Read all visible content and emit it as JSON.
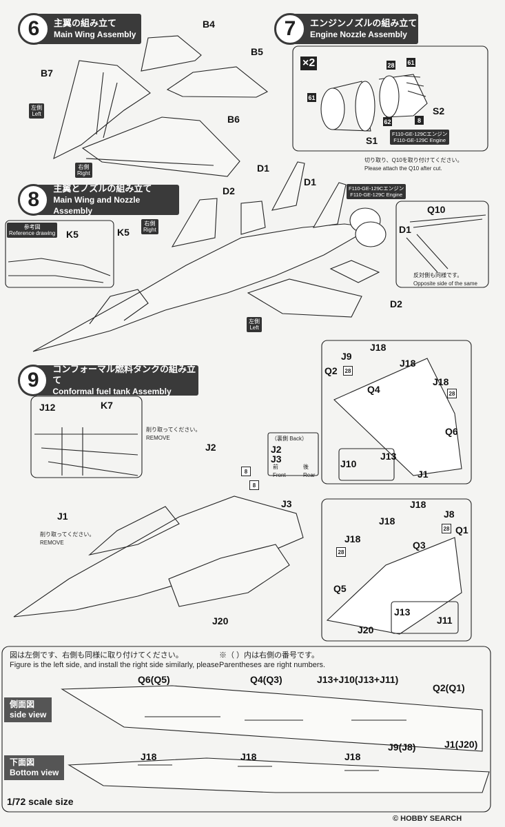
{
  "step6": {
    "num": "6",
    "jp": "主翼の組み立て",
    "en": "Main Wing Assembly"
  },
  "step7": {
    "num": "7",
    "jp": "エンジンノズルの組み立て",
    "en": "Engine Nozzle Assembly"
  },
  "step8": {
    "num": "8",
    "jp": "主翼とノズルの組み立て",
    "en": "Main Wing and Nozzle Assembly"
  },
  "step9": {
    "num": "9",
    "jp": "コンフォーマル燃料タンクの組み立て",
    "en": "Conformal fuel tank Assembly"
  },
  "parts": {
    "b4": "B4",
    "b5": "B5",
    "b6": "B6",
    "b7": "B7",
    "s1": "S1",
    "s2": "S2",
    "p28": "28",
    "p61": "61",
    "p62": "62",
    "p8": "8",
    "x2": "×2",
    "d1": "D1",
    "d2": "D2",
    "q10": "Q10",
    "k5": "K5",
    "j12": "J12",
    "k7": "K7",
    "j1": "J1",
    "j2": "J2",
    "j3": "J3",
    "j20": "J20",
    "j9": "J9",
    "j18": "J18",
    "q2": "Q2",
    "q4": "Q4",
    "q6": "Q6",
    "j10": "J10",
    "j13": "J13",
    "j8": "J8",
    "q1": "Q1",
    "q3": "Q3",
    "q5": "Q5",
    "j11": "J11"
  },
  "tags": {
    "left_jp": "左側",
    "left_en": "Left",
    "right_jp": "右側",
    "right_en": "Right",
    "ref_jp": "参考図",
    "ref_en": "Reference drawing"
  },
  "engine": {
    "jp": "F110-GE-129Cエンジン",
    "en": "F110-GE-129C Engine"
  },
  "notes": {
    "cut_jp": "切り取り、Q10を取り付けてください。",
    "cut_en": "Please attach the Q10 after cut.",
    "opp_jp": "反対側も同様です。",
    "opp_en": "Opposite side of the same",
    "remove_jp": "削り取ってください。",
    "remove_en": "REMOVE",
    "back_label": "（裏側 Back）",
    "front_jp": "前",
    "front_en": "Front",
    "rear_jp": "後",
    "rear_en": "Rear"
  },
  "bottom": {
    "note1_jp": "図は左側です、右側も同様に取り付けてください。",
    "note1_en": "Figure is the left side, and install the right side similarly, please.",
    "note2_jp": "※（ ）内は右側の番号です。",
    "note2_en": "Parentheses are right numbers.",
    "side_jp": "側面図",
    "side_en": "side view",
    "bottom_jp": "下面図",
    "bottom_en": "Bottom view",
    "scale": "1/72 scale size",
    "labels": [
      "Q6(Q5)",
      "Q4(Q3)",
      "J13+J10(J13+J11)",
      "Q2(Q1)",
      "J18",
      "J18",
      "J18",
      "J9(J8)",
      "J1(J20)"
    ]
  },
  "watermark": "© HOBBY SEARCH"
}
